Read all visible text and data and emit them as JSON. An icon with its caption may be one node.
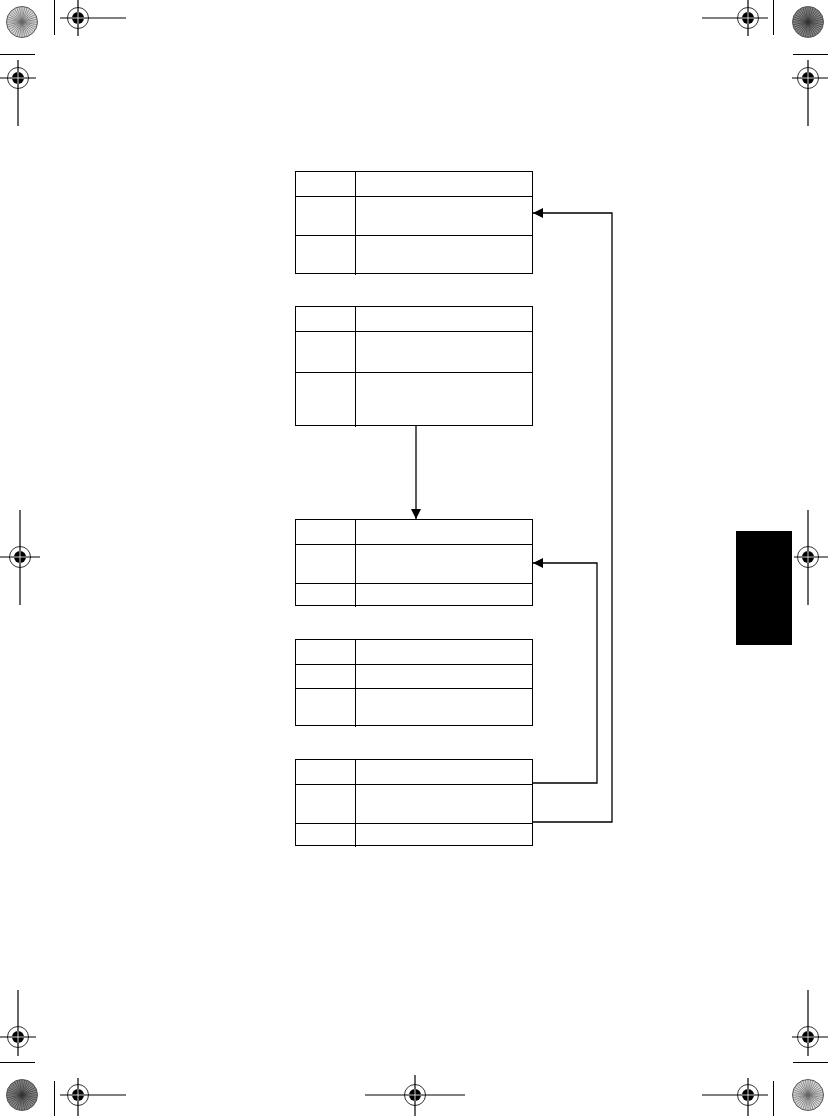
{
  "diagram": {
    "nodes": [
      {
        "text": [],
        "shape": "table"
      },
      {
        "text": [],
        "shape": "table"
      },
      {
        "text": [],
        "shape": "table"
      },
      {
        "text": [],
        "shape": "table"
      },
      {
        "text": [],
        "shape": "table"
      }
    ],
    "edges": [
      {
        "from": 1,
        "to": 2,
        "arrow": "to"
      },
      {
        "from": 4,
        "to": 2,
        "arrow": "to"
      },
      {
        "from": 4,
        "to": 0,
        "arrow": "to"
      }
    ]
  }
}
